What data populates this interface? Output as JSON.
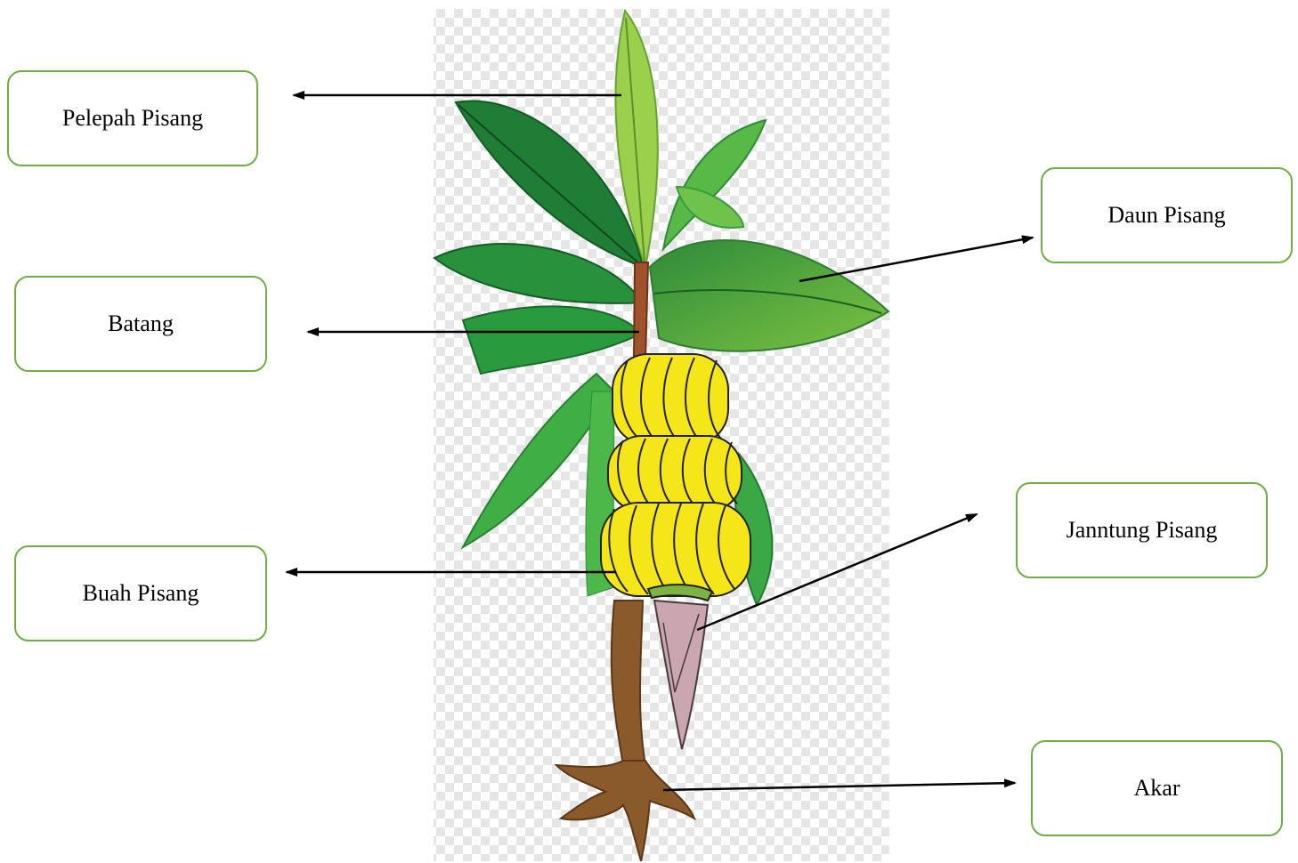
{
  "labels": {
    "pelepah": "Pelepah Pisang",
    "batang": "Batang",
    "buah": "Buah Pisang",
    "daun": "Daun Pisang",
    "jantung": "Janntung Pisang",
    "akar": "Akar"
  },
  "colors": {
    "box_border": "#70ad47",
    "leaf_dark": "#1e7a2e",
    "leaf_light": "#8cc63f",
    "banana": "#f5e61a",
    "trunk": "#8b5a2b",
    "heart": "#c9a6b0"
  }
}
